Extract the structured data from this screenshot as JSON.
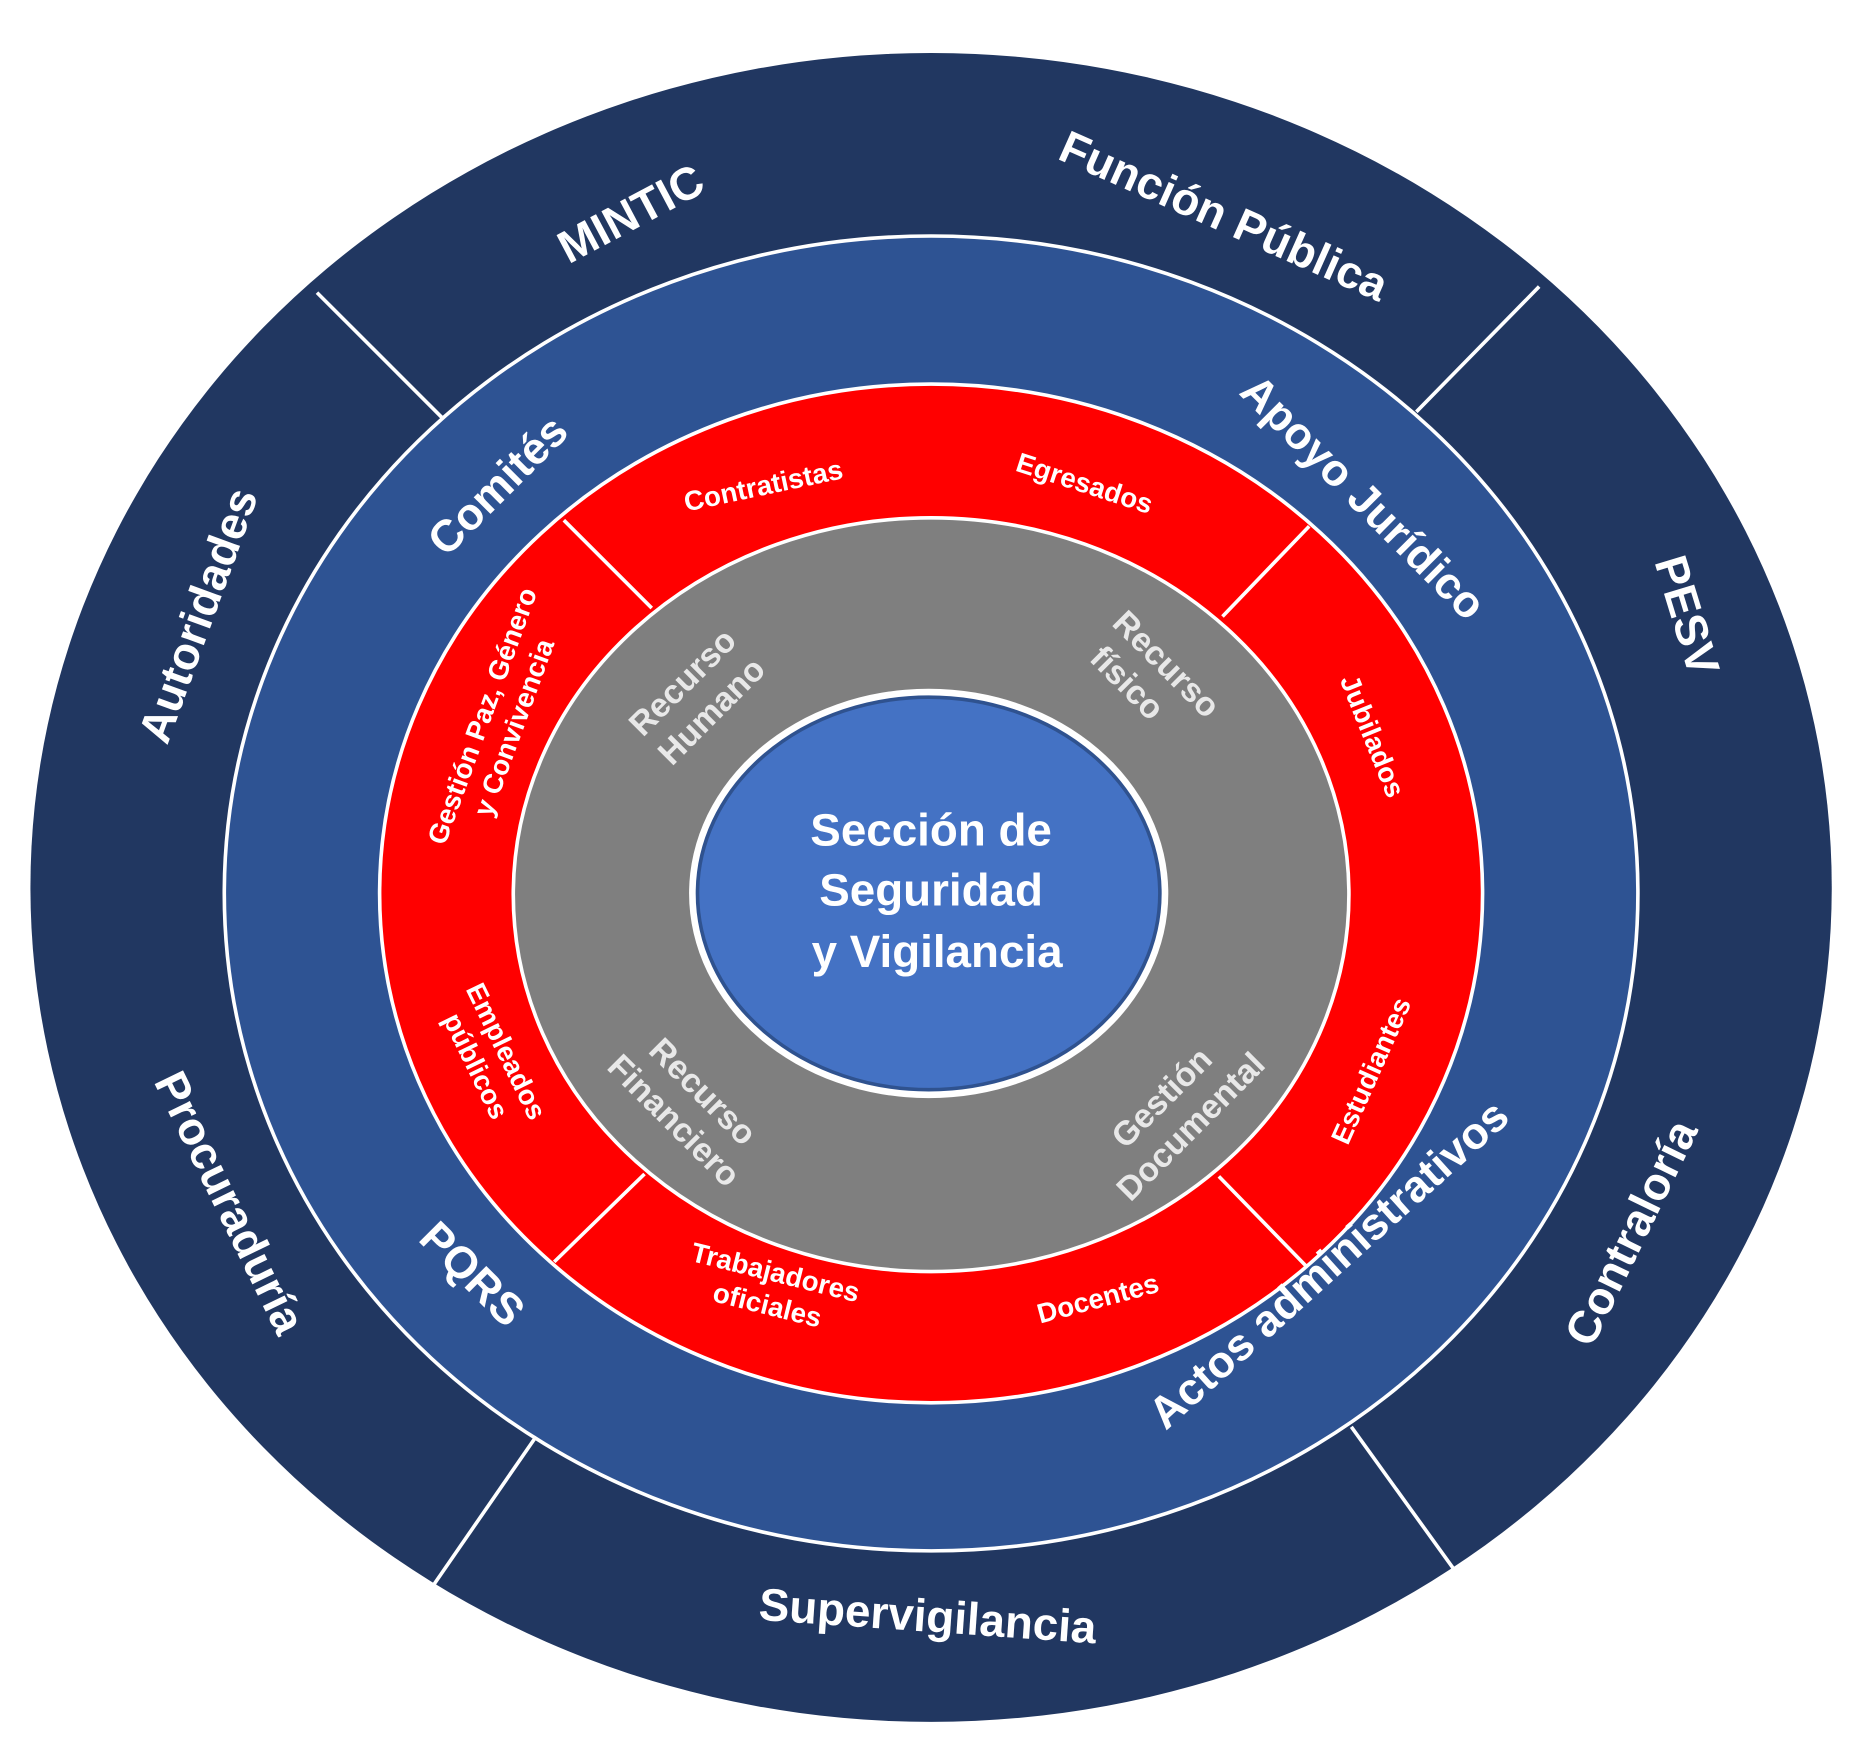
{
  "colors": {
    "outer_ring": "#213761",
    "blue_ring": "#2e5393",
    "red_ring": "#ff0000",
    "gray_ring": "#7f7f7f",
    "center": "#4472c4",
    "separator": "#ffffff"
  },
  "center": {
    "lines": [
      "Sección de",
      "Seguridad",
      "y Vigilancia"
    ]
  },
  "gray_ring": {
    "recurso_humano": [
      "Recurso",
      "Humano"
    ],
    "recurso_fisico": [
      "Recurso",
      "físico"
    ],
    "recurso_financiero": [
      "Recurso",
      "Financiero"
    ],
    "gestion_documental": [
      "Gestión",
      "Documental"
    ]
  },
  "red_ring": {
    "contratistas": "Contratistas",
    "egresados": "Egresados",
    "jubilados": "Jubilados",
    "estudiantes": "Estudiantes",
    "docentes": "Docentes",
    "trabajadores_oficiales": [
      "Trabajadores",
      "oficiales"
    ],
    "empleados_publicos": [
      "Empleados",
      "públicos"
    ],
    "gestion_paz": [
      "Gestión Paz, Género",
      "y Convivencia"
    ]
  },
  "blue_ring": {
    "comites": "Comités",
    "apoyo_juridico": "Apoyo Jurídico",
    "pqrs": "PQRS",
    "actos_administrativos": "Actos administrativos"
  },
  "outer_ring": {
    "mintic": "MINTIC",
    "funcion_publica": "Función Pública",
    "pesv": "PESV",
    "autoridades": "Autoridades",
    "procuraduria": "Procuraduría",
    "contraloria": "Contraloría",
    "supervigilancia": "Supervigilancia"
  }
}
